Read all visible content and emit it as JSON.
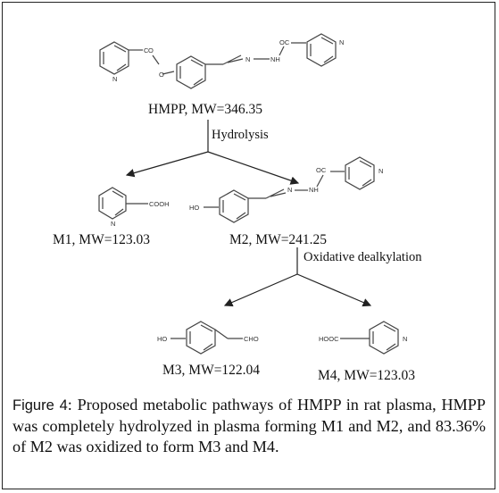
{
  "figure": {
    "compounds": {
      "hmpp": {
        "name": "HMPP, MW=346.35",
        "atoms": {
          "ester_c": "C",
          "ester_o1": "O",
          "ester_o2": "O",
          "imine_n": "N",
          "hydrazide_nh": "NH",
          "carbonyl": "OC",
          "ring_n": "N",
          "pyr_n": "N"
        }
      },
      "m1": {
        "name": "M1,  MW=123.03",
        "atoms": {
          "cooh": "COOH",
          "ring_n": "N"
        }
      },
      "m2": {
        "name": "M2, MW=241.25",
        "atoms": {
          "ho": "HO",
          "imine_n": "N",
          "nh": "NH",
          "carbonyl": "OC",
          "ring_n": "N"
        }
      },
      "m3": {
        "name": "M3, MW=122.04",
        "atoms": {
          "ho": "HO",
          "cho": "CHO"
        }
      },
      "m4": {
        "name": "M4, MW=123.03",
        "atoms": {
          "hooc": "HOOC",
          "ring_n": "N"
        }
      }
    },
    "steps": {
      "hydrolysis": "Hydrolysis",
      "oxidative": "Oxidative dealkylation"
    },
    "caption": {
      "label": "Figure 4",
      "text": ": Proposed metabolic pathways of HMPP in rat plasma, HMPP was completely hydrolyzed in plasma forming M1 and M2, and 83.36% of M2 was oxidized to form M3 and M4."
    }
  }
}
